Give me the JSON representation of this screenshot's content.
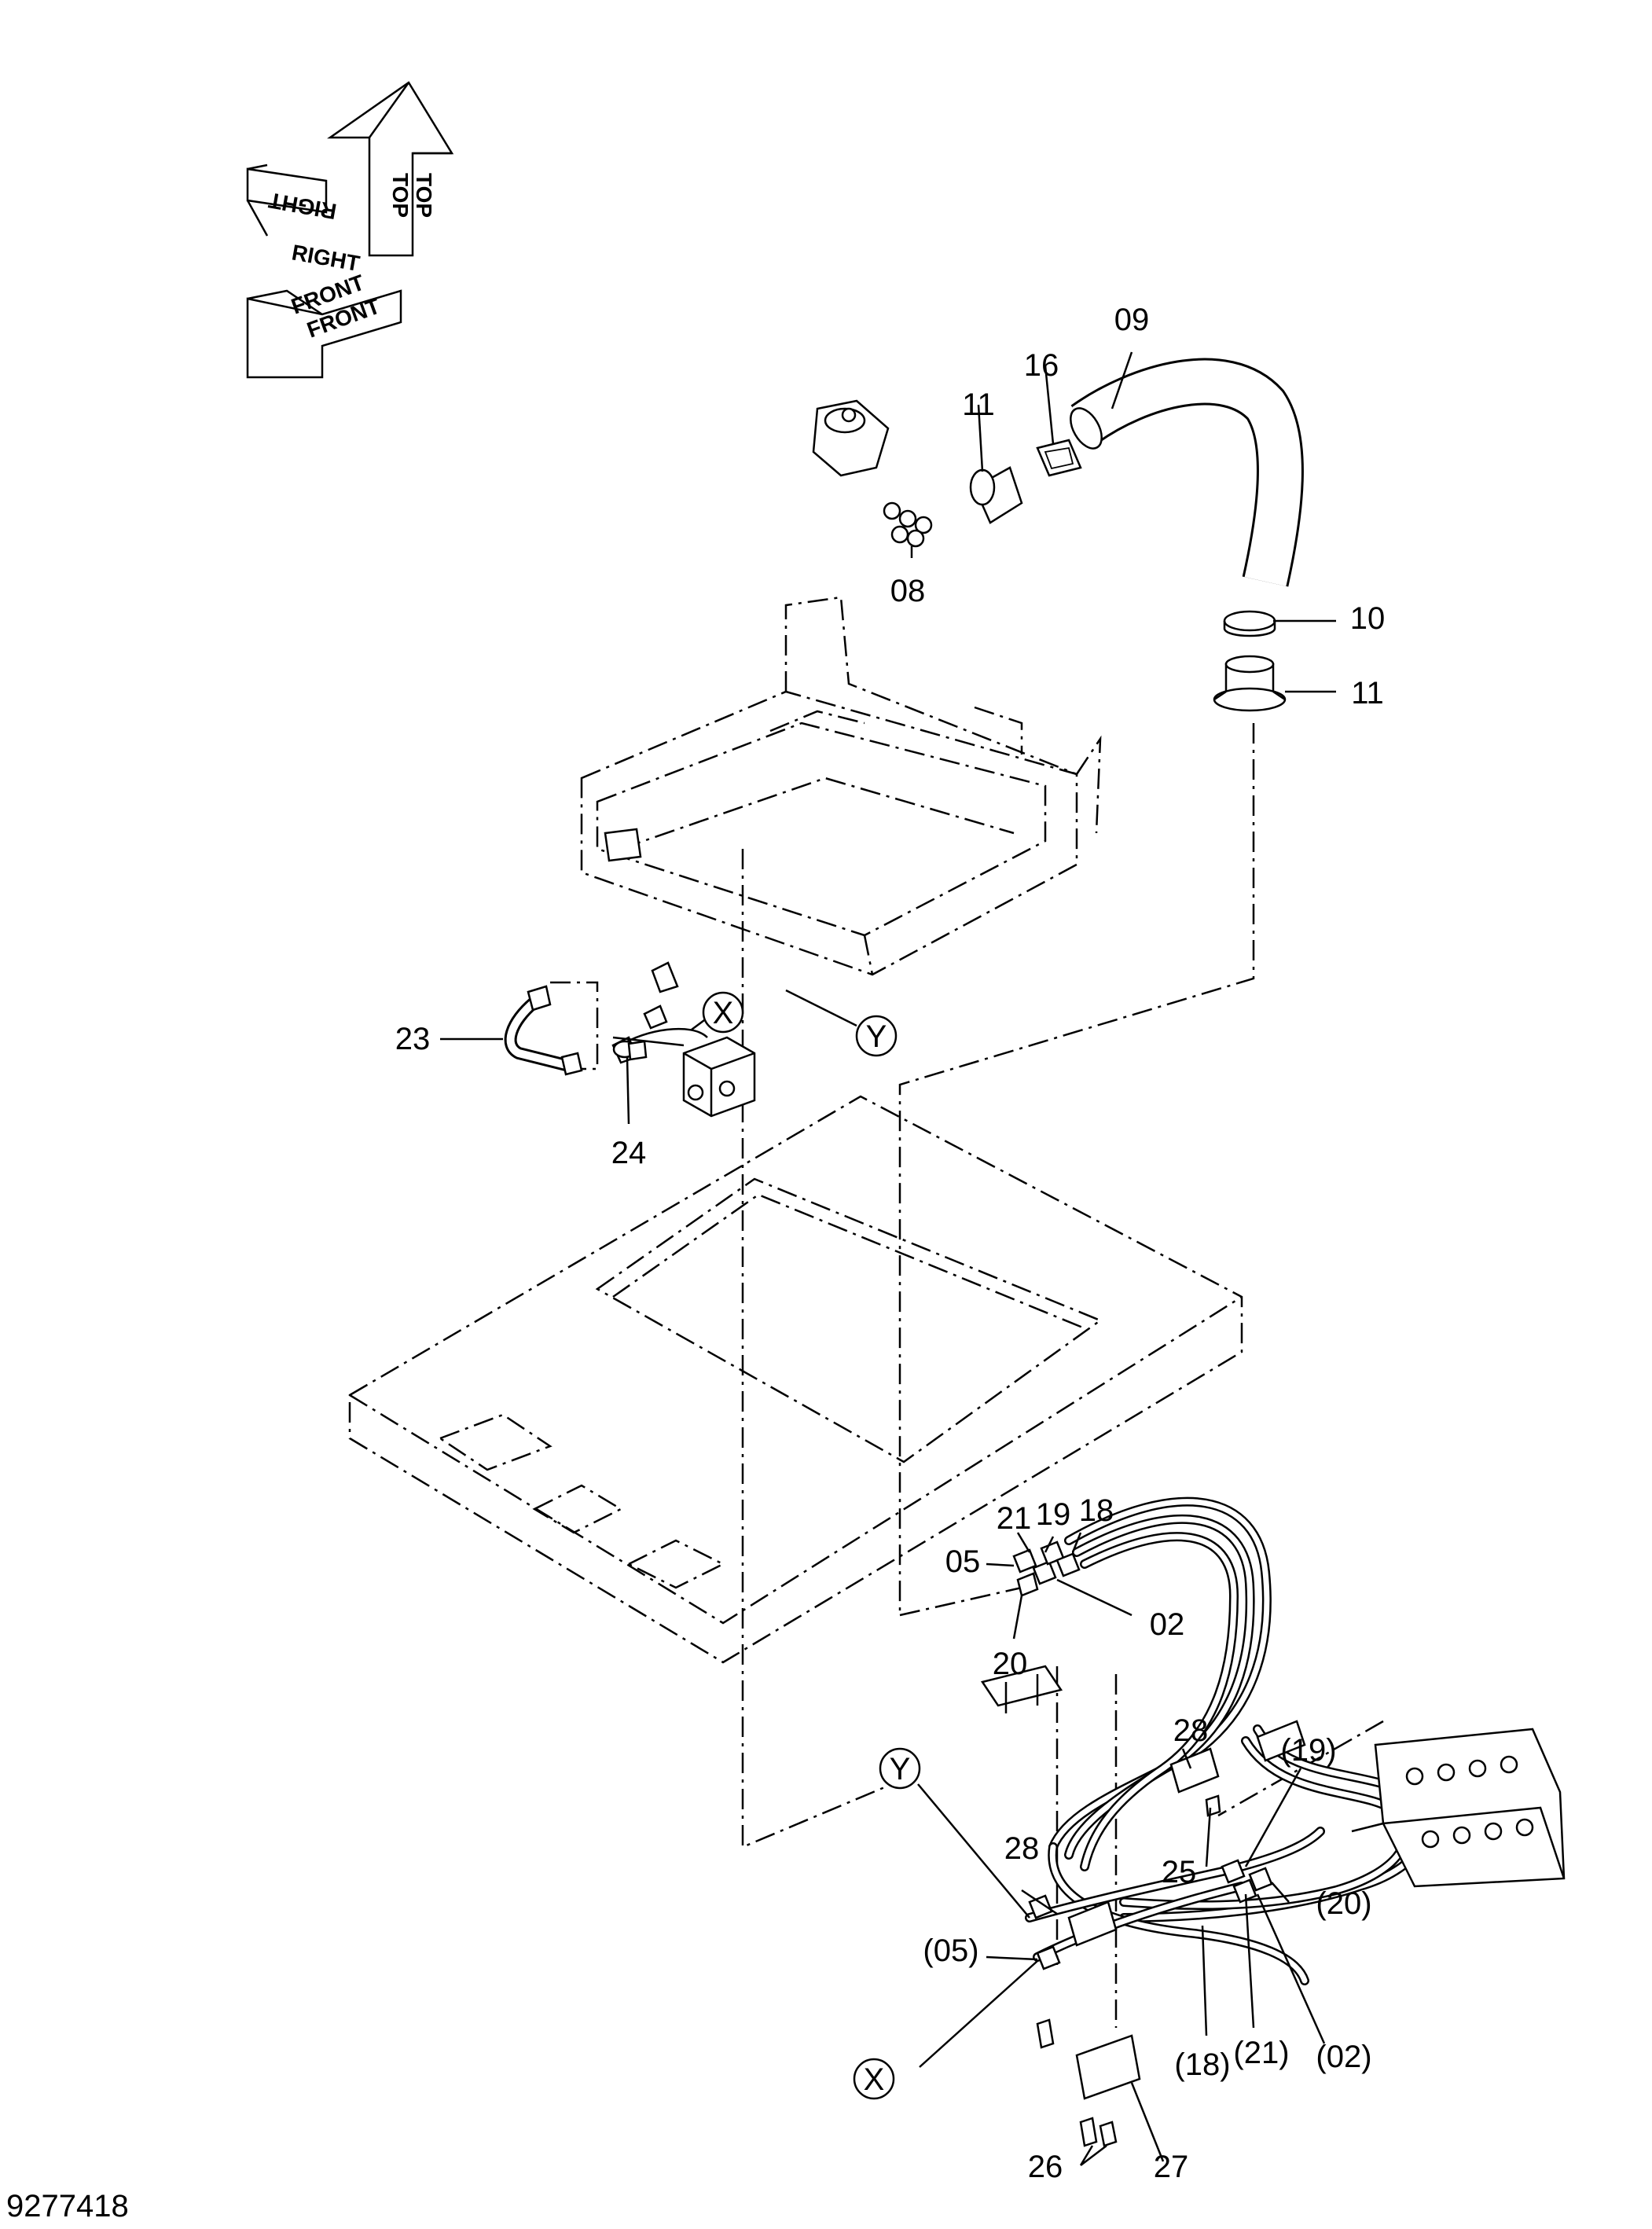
{
  "drawing_number": "9277418",
  "orientation": {
    "top": "TOP",
    "right": "RIGHT",
    "front": "FRONT"
  },
  "markers": {
    "x": "X",
    "y": "Y"
  },
  "callouts": {
    "p09": "09",
    "p16": "16",
    "p11a": "11",
    "p08": "08",
    "p10": "10",
    "p11b": "11",
    "p23": "23",
    "p24": "24",
    "p21": "21",
    "p19": "19",
    "p18": "18",
    "p05": "05",
    "p02": "02",
    "p20": "20",
    "p28a": "28",
    "p19r": "(19)",
    "p25": "25",
    "p28b": "28",
    "p20r": "(20)",
    "p05r": "(05)",
    "p02r": "(02)",
    "p21r": "(21)",
    "p18r": "(18)",
    "p26": "26",
    "p27": "27"
  }
}
